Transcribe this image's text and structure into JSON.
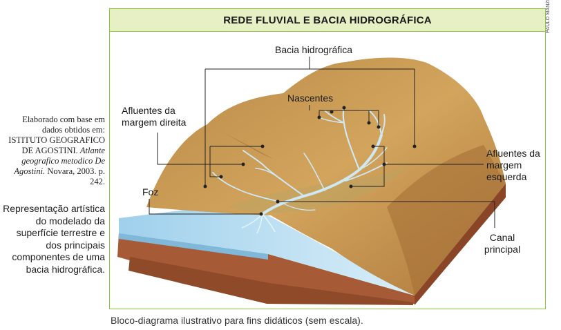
{
  "title": "REDE FLUVIAL E BACIA HIDROGRÁFICA",
  "credit": "PAULO MANZI",
  "source_note": {
    "prefix": "Elaborado com base em dados obtidos em: ISTITUTO GEOGRAFICO DE AGOSTINI.",
    "work": "Atlante geografico metodico De Agostini.",
    "suffix": "Novara, 2003. p. 242."
  },
  "side_caption": "Representação artística do modelado da superfície terrestre e dos principais componentes de uma bacia hidrográfica.",
  "footnote": "Bloco-diagrama ilustrativo para fins didáticos (sem escala).",
  "labels": {
    "bacia": "Bacia hidrográfica",
    "nascentes": "Nascentes",
    "afluentes_direita": "Afluentes da margem direita",
    "afluentes_esquerda": "Afluentes da margem esquerda",
    "foz": "Foz",
    "canal": "Canal principal"
  },
  "colors": {
    "frame": "#8cc63f",
    "header_bg": "#e6f0c4",
    "soil": "#a65a35",
    "sea": "#bfe0f2",
    "terrain": "#c99a52",
    "river": "#cfe8f4",
    "leader": "#222222"
  }
}
